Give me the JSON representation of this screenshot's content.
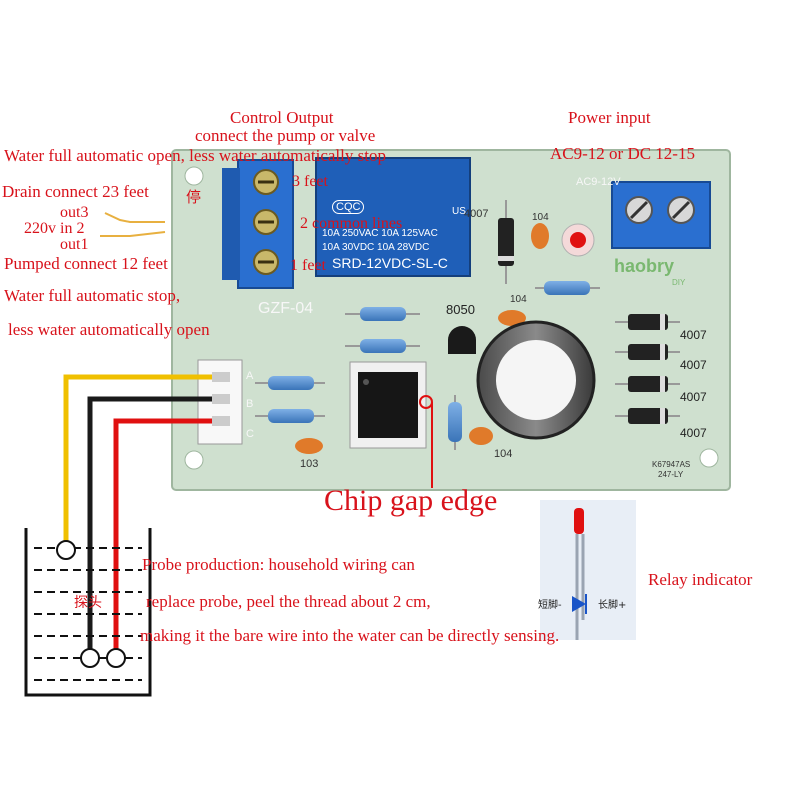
{
  "labels": {
    "control_output": "Control Output",
    "connect_pump": "connect the pump or valve",
    "power_input": "Power input",
    "power_spec": "AC9-12  or DC 12-15",
    "water_full_open": "Water full automatic open, less water automatically stop",
    "drain_connect": "Drain connect 23 feet",
    "drain_cn": "停",
    "out3": "out3",
    "in220": "220v in 2",
    "out1": "out1",
    "pumped_connect": "Pumped connect 12 feet",
    "water_full_stop": "Water full automatic stop,",
    "less_water_open": "less water automatically open",
    "feet3": "3 feet",
    "common_lines": "2 common lines",
    "feet1": "1 feet",
    "chip_gap": "Chip gap edge",
    "probe_1": "Probe production: household wiring can",
    "probe_2": "replace probe, peel the thread about 2 cm,",
    "probe_3": "making it the bare wire into the water can be directly sensing.",
    "probe_cn": "探头",
    "relay_indicator": "Relay indicator",
    "short_leg": "短脚-",
    "long_leg": "长脚+"
  },
  "pcb": {
    "board_name": "GZF-04",
    "ac_label": "AC9-12V",
    "relay_brand": "CQC",
    "relay_ul": "US",
    "relay_line1": "10A 250VAC  10A 125VAC",
    "relay_line2": "10A 30VDC   10A 28VDC",
    "relay_model": "SRD-12VDC-SL-C",
    "diode_4007": "4007",
    "cap_104": "104",
    "cap_103": "103",
    "transistor": "8050",
    "pin_a": "A",
    "pin_b": "B",
    "pin_c": "C",
    "serial_1": "K67947AS",
    "serial_2": "247-LY",
    "logo": "haobry",
    "logo_sub": "DIY"
  },
  "colors": {
    "pcb": "#cfe0cf",
    "relay": "#1f5fb8",
    "terminal": "#2a6fd0",
    "label_red": "#d8121b",
    "wire_yellow": "#f0c000",
    "wire_red": "#e01010",
    "wire_black": "#1a1a1a"
  }
}
